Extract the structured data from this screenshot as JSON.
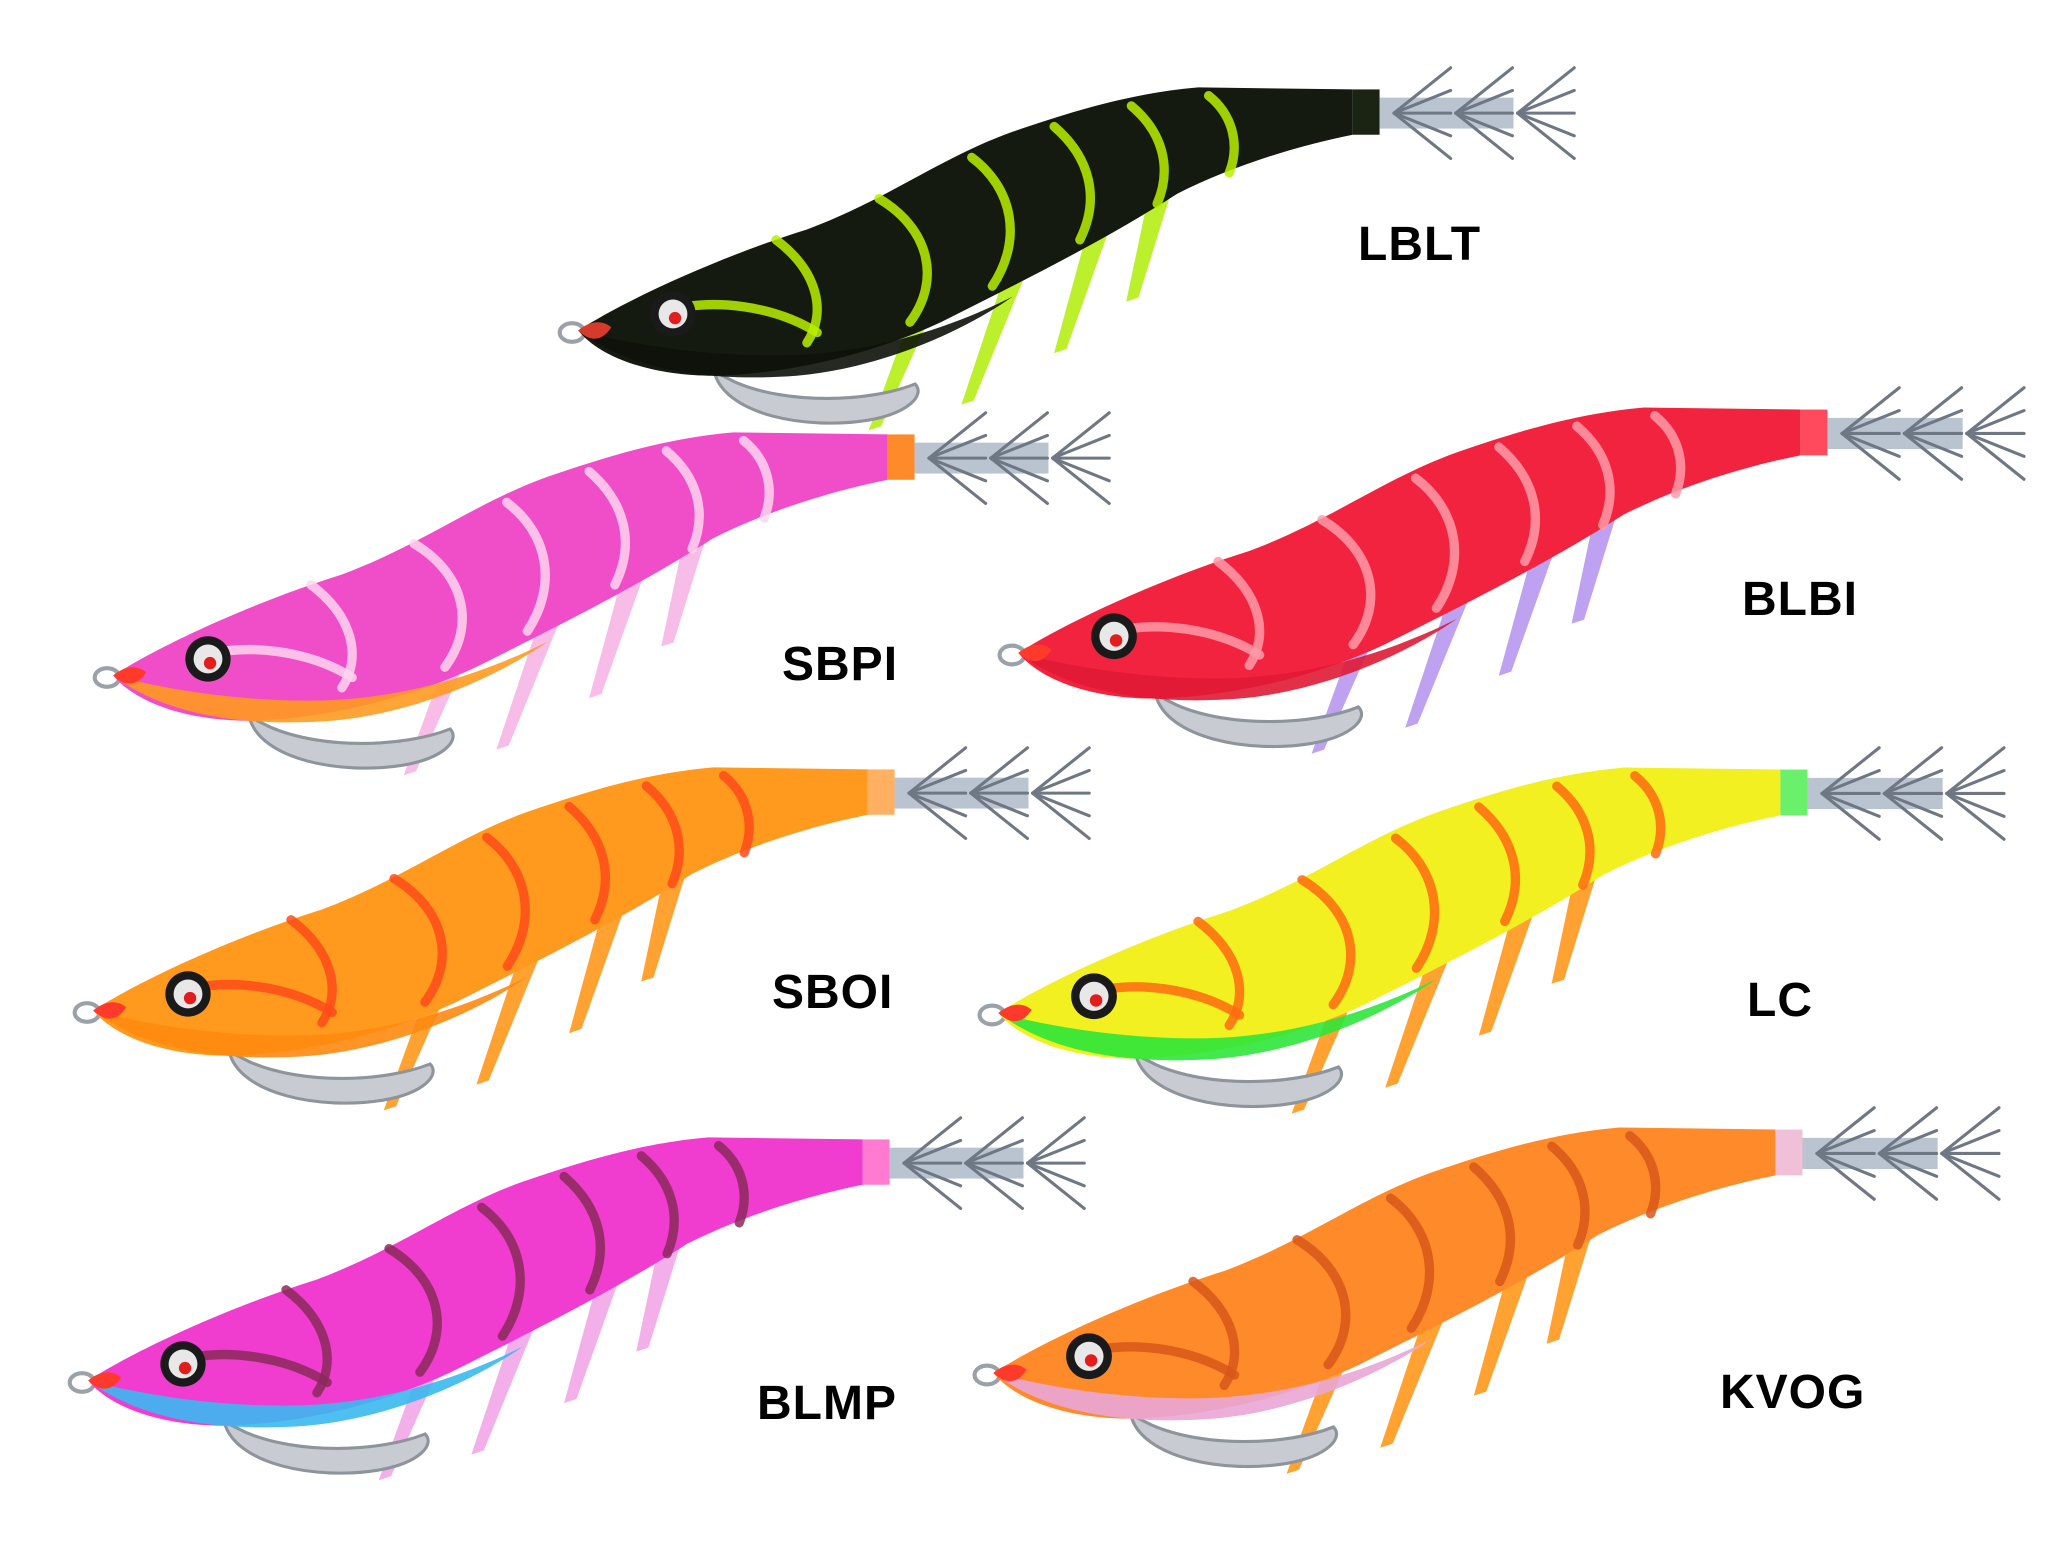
{
  "jigs": [
    {
      "code": "LBLT",
      "body": "#141a0f",
      "belly": "#0d120a",
      "stripe": "#b8f000",
      "tip": "#1b2412",
      "fin": "#b6ef1a",
      "nose": "#d63a2a"
    },
    {
      "code": "SBPI",
      "body": "#f04ec8",
      "belly": "#ff9a20",
      "stripe": "#ffd6ee",
      "tip": "#ff8a2a",
      "fin": "#f7b6e6",
      "nose": "#ff3a2a"
    },
    {
      "code": "BLBI",
      "body": "#f2233e",
      "belly": "#e01a35",
      "stripe": "#ff9aa8",
      "tip": "#ff4a5e",
      "fin": "#b89af0",
      "nose": "#ff3a2a"
    },
    {
      "code": "SBOI",
      "body": "#ff9a1e",
      "belly": "#ff8a10",
      "stripe": "#ff4a1a",
      "tip": "#ffb060",
      "fin": "#ff9a20",
      "nose": "#ff3a2a"
    },
    {
      "code": "LC",
      "body": "#f2f020",
      "belly": "#2ee63a",
      "stripe": "#ff6a10",
      "tip": "#6af06a",
      "fin": "#ff9a20",
      "nose": "#ff3a2a"
    },
    {
      "code": "BLMP",
      "body": "#f03ccf",
      "belly": "#3ab8f0",
      "stripe": "#8a2a5a",
      "tip": "#ff7ad0",
      "fin": "#f2a8e8",
      "nose": "#ff3a2a"
    },
    {
      "code": "KVOG",
      "body": "#ff8a2a",
      "belly": "#e9a6d6",
      "stripe": "#d8561a",
      "tip": "#f0c0d8",
      "fin": "#ff9a20",
      "nose": "#ff3a2a"
    }
  ]
}
